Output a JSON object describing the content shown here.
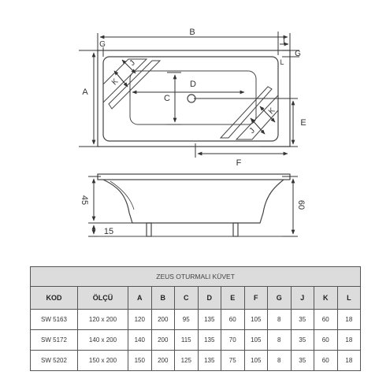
{
  "drawing": {
    "dims": {
      "A": "A",
      "B": "B",
      "C": "C",
      "D": "D",
      "E": "E",
      "F": "F",
      "G_left": "G",
      "G_right": "G",
      "L_top": "L",
      "L_corner": "L",
      "K_left": "K",
      "J_left": "J",
      "K_right": "K",
      "J_right": "J"
    },
    "side": {
      "h45": "45",
      "h60": "60",
      "h15": "15"
    }
  },
  "table": {
    "title": "ZEUS OTURMALI KÜVET",
    "headers": [
      "KOD",
      "ÖLÇÜ",
      "A",
      "B",
      "C",
      "D",
      "E",
      "F",
      "G",
      "J",
      "K",
      "L"
    ],
    "rows": [
      [
        "SW 5163",
        "120 x 200",
        "120",
        "200",
        "95",
        "135",
        "60",
        "105",
        "8",
        "35",
        "60",
        "18"
      ],
      [
        "SW 5172",
        "140 x 200",
        "140",
        "200",
        "115",
        "135",
        "70",
        "105",
        "8",
        "35",
        "60",
        "18"
      ],
      [
        "SW 5202",
        "150 x 200",
        "150",
        "200",
        "125",
        "135",
        "75",
        "105",
        "8",
        "35",
        "60",
        "18"
      ]
    ]
  }
}
